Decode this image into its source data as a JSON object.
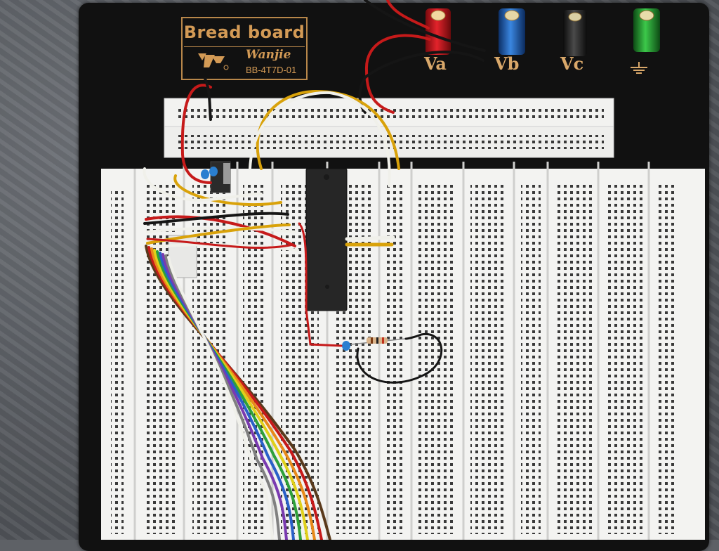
{
  "board_label": {
    "title": "Bread board",
    "brand": "Wanjie",
    "model": "BB-4T7D-01"
  },
  "binding_posts": [
    {
      "label": "Va",
      "color": "#c8141b",
      "icon": "red-binding-post-icon"
    },
    {
      "label": "Vb",
      "color": "#1e5fb8",
      "icon": "blue-binding-post-icon"
    },
    {
      "label": "Vc",
      "color": "#2a2a2a",
      "icon": "black-binding-post-icon"
    },
    {
      "label": "",
      "color": "#1f9a2a",
      "icon": "ground-binding-post-icon"
    }
  ],
  "colors": {
    "board": "#111111",
    "breadboard_white": "#f2f2f0",
    "label_gold": "#d39a55",
    "chip": "#2a2a2a"
  },
  "components": [
    "dip-ic-chip",
    "voltage-regulator",
    "ceramic-capacitor",
    "resistor",
    "ribbon-cable",
    "jumper-wires"
  ]
}
